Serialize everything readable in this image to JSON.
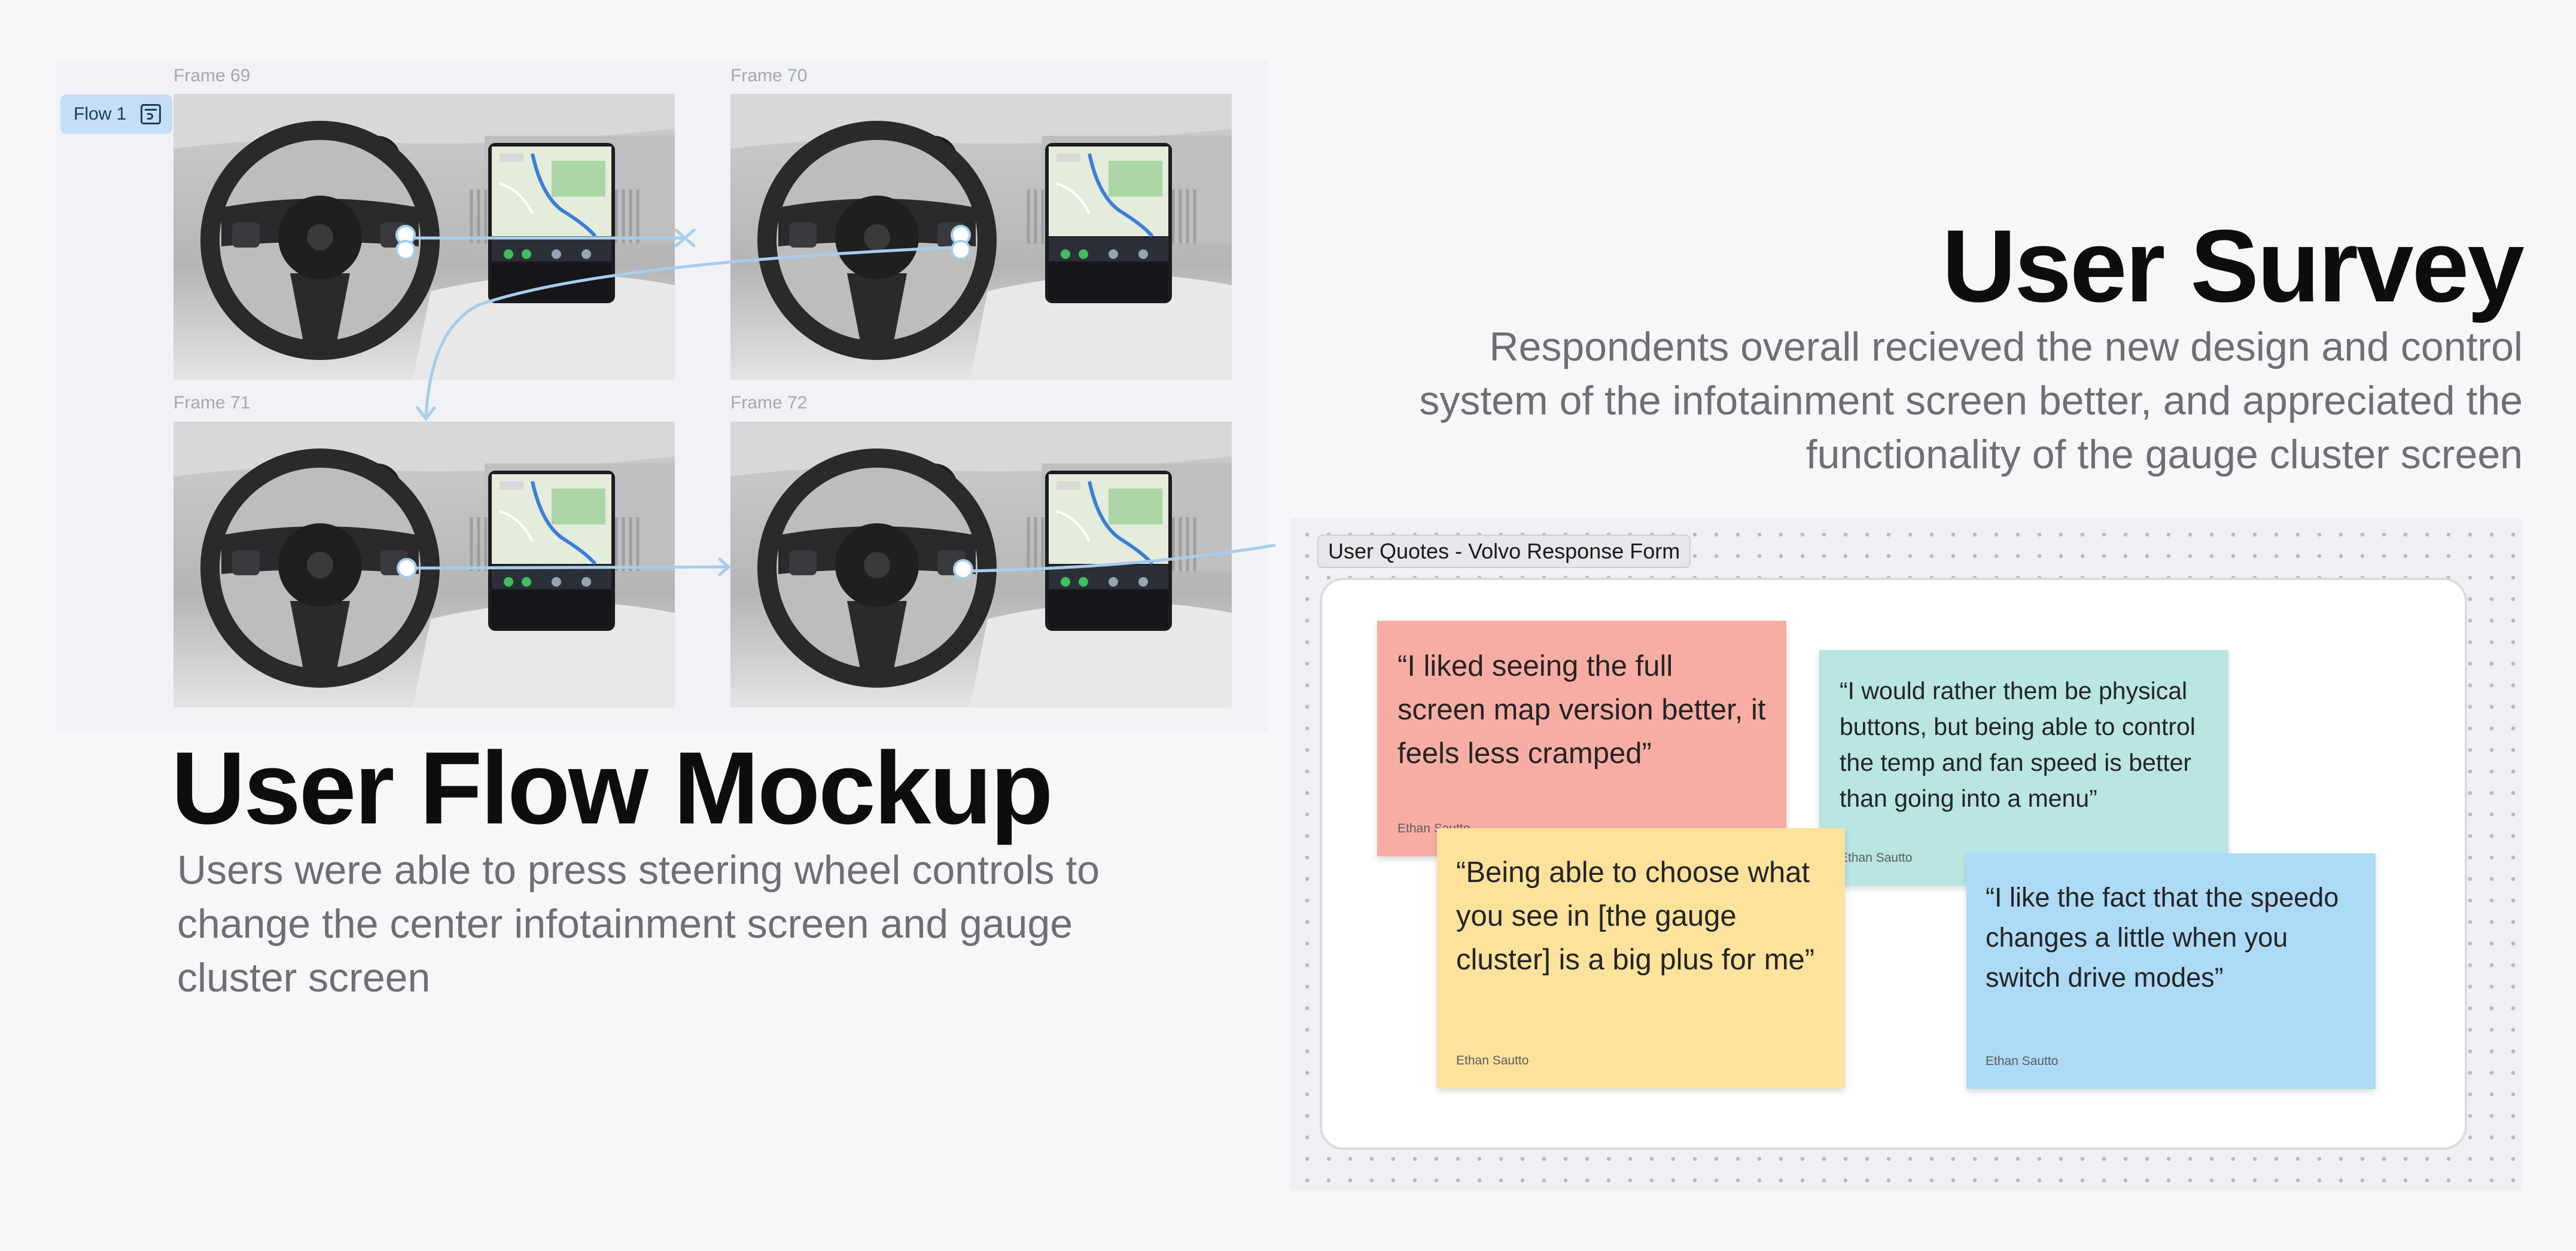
{
  "flow": {
    "chip_label": "Flow 1",
    "chip_icon": "flow-start-icon"
  },
  "frames": [
    {
      "label": "Frame 69",
      "id": "frame-69"
    },
    {
      "label": "Frame 70",
      "id": "frame-70"
    },
    {
      "label": "Frame 71",
      "id": "frame-71"
    },
    {
      "label": "Frame 72",
      "id": "frame-72"
    }
  ],
  "user_flow": {
    "title": "User Flow Mockup",
    "description": "Users were able to press steering wheel controls to change the center infotainment screen and gauge cluster screen"
  },
  "user_survey": {
    "title": "User Survey",
    "description": "Respondents overall recieved the new design and control system of the infotainment screen better, and appreciated the functionality of the gauge cluster screen"
  },
  "quotes_section": {
    "label": "User Quotes - Volvo Response Form",
    "notes": [
      {
        "quote": "“I liked seeing the full screen map version better, it feels less cramped”",
        "author": "Ethan Sautto",
        "color": "#f8ada4"
      },
      {
        "quote": "“I would rather them be physical buttons, but being able to control the temp and fan speed is better than going into a menu”",
        "author": "Ethan Sautto",
        "color": "#b9e5e3"
      },
      {
        "quote": "“Being able to choose what you see in [the gauge cluster] is a big plus for me”",
        "author": "Ethan Sautto",
        "color": "#fde29c"
      },
      {
        "quote": "“I like the fact that the speedo changes a little when you switch drive modes”",
        "author": "Ethan Sautto",
        "color": "#addaf6"
      }
    ]
  },
  "colors": {
    "connector": "#a7cdeb",
    "flow_chip": "#c5def6",
    "gauge_accent": "#4a9fe8"
  }
}
